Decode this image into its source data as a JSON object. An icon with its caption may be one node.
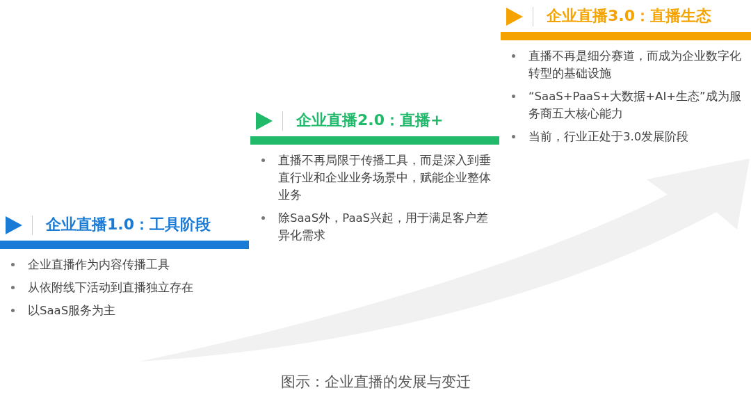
{
  "diagram": {
    "caption": "图示：企业直播的发展与变迁",
    "nodes": [
      {
        "text": [
          "企业直播1.0：工具阶段",
          "企业直播作为内容传播工具",
          "从依附线下活动到直播独立存在",
          "以SaaS服务为主"
        ]
      },
      {
        "text": [
          "企业直播2.0：直播+",
          "直播不再局限于传播工具，而是深入到垂直行业和企业业务场景中，赋能企业整体业务",
          "除SaaS外，PaaS兴起，用于满足客户差异化需求"
        ]
      },
      {
        "text": [
          "企业直播3.0：直播生态",
          "直播不再是细分赛道，而成为企业数字化转型的基础设施",
          "“SaaS+PaaS+大数据+AI+生态”成为服务商五大核心能力",
          "当前，行业正处于3.0发展阶段"
        ]
      }
    ]
  }
}
